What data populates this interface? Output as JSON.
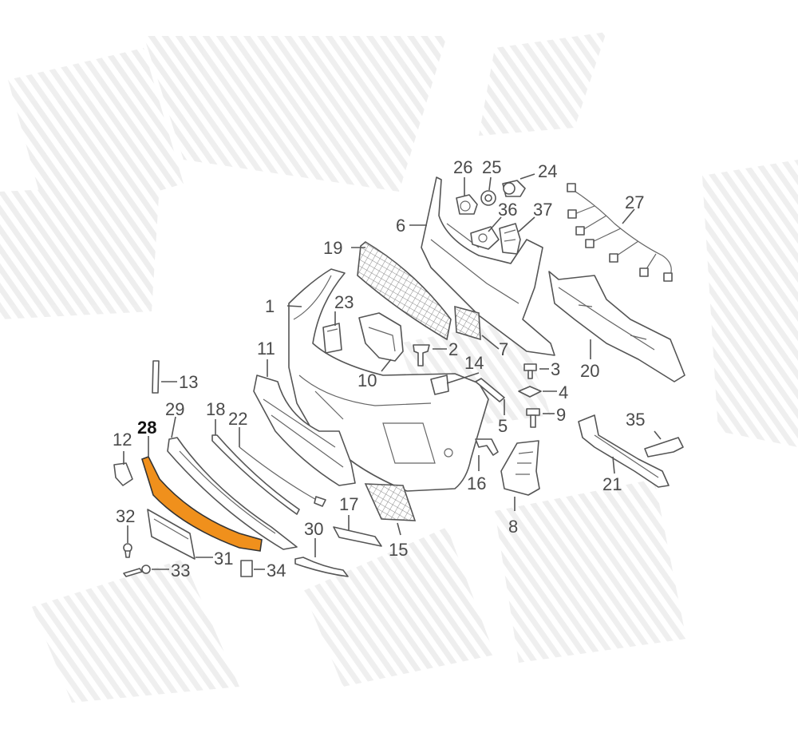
{
  "diagram": {
    "highlight_color": "#f0901c",
    "highlighted_part": "28",
    "callouts": [
      {
        "id": "p1",
        "label": "1"
      },
      {
        "id": "p2",
        "label": "2"
      },
      {
        "id": "p3",
        "label": "3"
      },
      {
        "id": "p4",
        "label": "4"
      },
      {
        "id": "p5",
        "label": "5"
      },
      {
        "id": "p6",
        "label": "6"
      },
      {
        "id": "p7",
        "label": "7"
      },
      {
        "id": "p8",
        "label": "8"
      },
      {
        "id": "p9",
        "label": "9"
      },
      {
        "id": "p10",
        "label": "10"
      },
      {
        "id": "p11",
        "label": "11"
      },
      {
        "id": "p12",
        "label": "12"
      },
      {
        "id": "p13",
        "label": "13"
      },
      {
        "id": "p14",
        "label": "14"
      },
      {
        "id": "p15",
        "label": "15"
      },
      {
        "id": "p16",
        "label": "16"
      },
      {
        "id": "p17",
        "label": "17"
      },
      {
        "id": "p18",
        "label": "18"
      },
      {
        "id": "p19",
        "label": "19"
      },
      {
        "id": "p20",
        "label": "20"
      },
      {
        "id": "p21",
        "label": "21"
      },
      {
        "id": "p22",
        "label": "22"
      },
      {
        "id": "p23",
        "label": "23"
      },
      {
        "id": "p24",
        "label": "24"
      },
      {
        "id": "p25",
        "label": "25"
      },
      {
        "id": "p26",
        "label": "26"
      },
      {
        "id": "p27",
        "label": "27"
      },
      {
        "id": "p28",
        "label": "28"
      },
      {
        "id": "p29",
        "label": "29"
      },
      {
        "id": "p30",
        "label": "30"
      },
      {
        "id": "p31",
        "label": "31"
      },
      {
        "id": "p32",
        "label": "32"
      },
      {
        "id": "p33",
        "label": "33"
      },
      {
        "id": "p34",
        "label": "34"
      },
      {
        "id": "p35",
        "label": "35"
      },
      {
        "id": "p36",
        "label": "36"
      },
      {
        "id": "p37",
        "label": "37"
      }
    ]
  }
}
